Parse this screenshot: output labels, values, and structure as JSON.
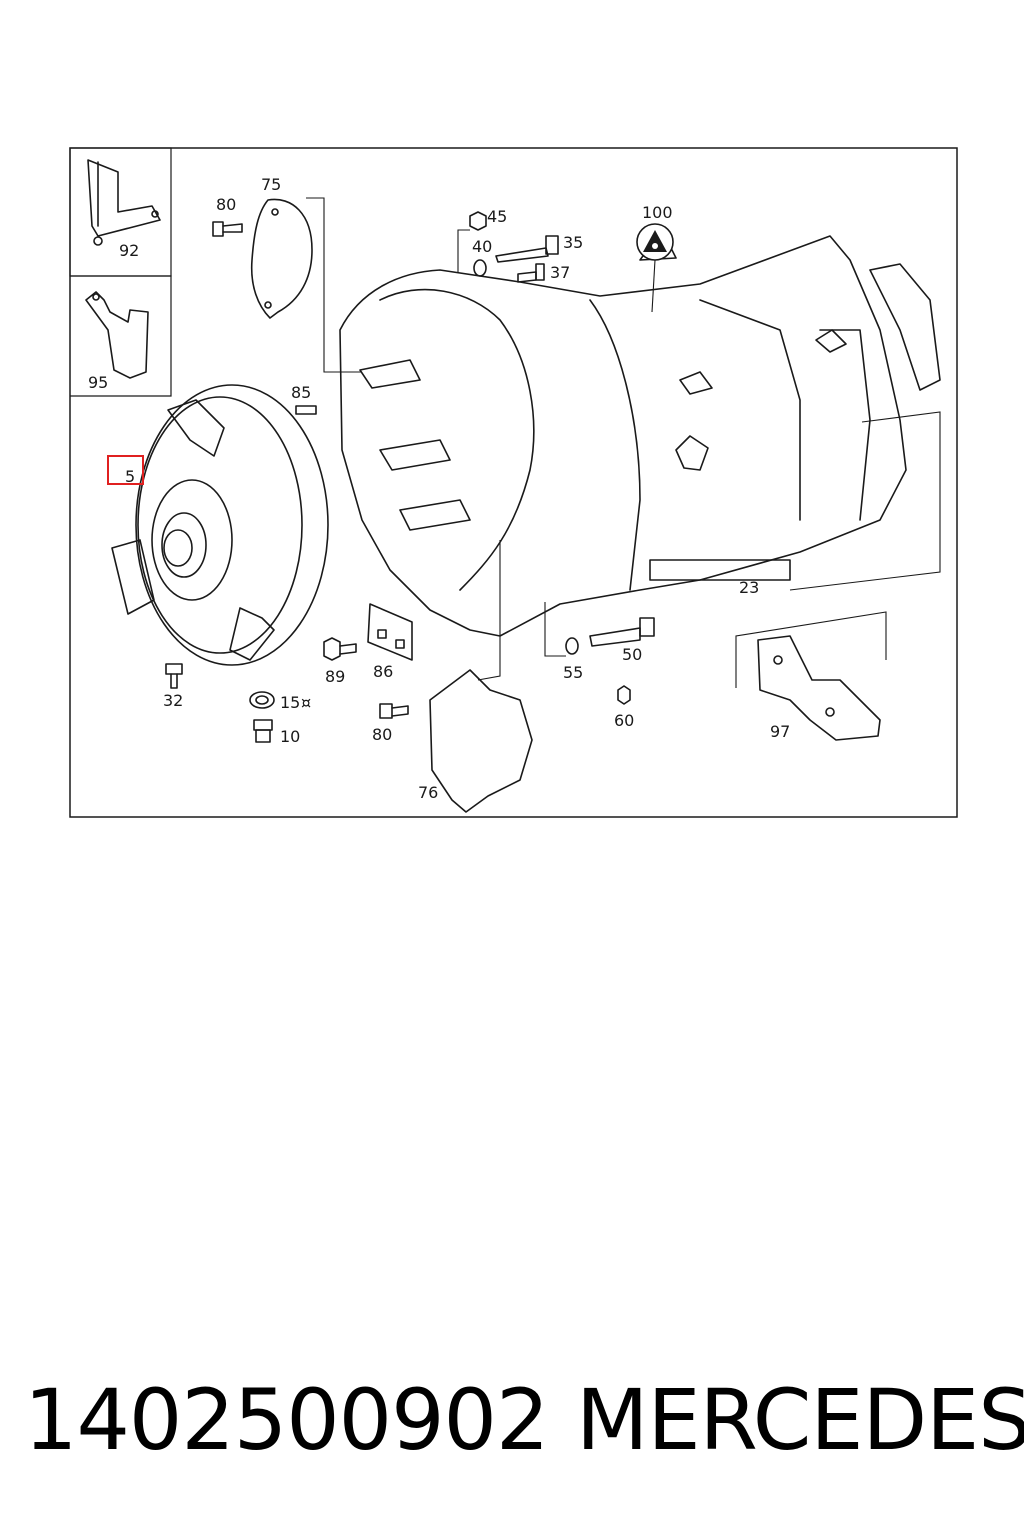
{
  "diagram": {
    "highlighted_callout": "5",
    "highlight_color": "#e02020",
    "callouts": [
      "80",
      "75",
      "92",
      "95",
      "85",
      "45",
      "40",
      "35",
      "37",
      "100",
      "5",
      "32",
      "15",
      "10",
      "89",
      "86",
      "80",
      "76",
      "55",
      "50",
      "60",
      "23",
      "97"
    ],
    "callout_15_symbol": "¤"
  },
  "caption": {
    "part_number": "1402500902",
    "brand": "MERCEDES"
  }
}
